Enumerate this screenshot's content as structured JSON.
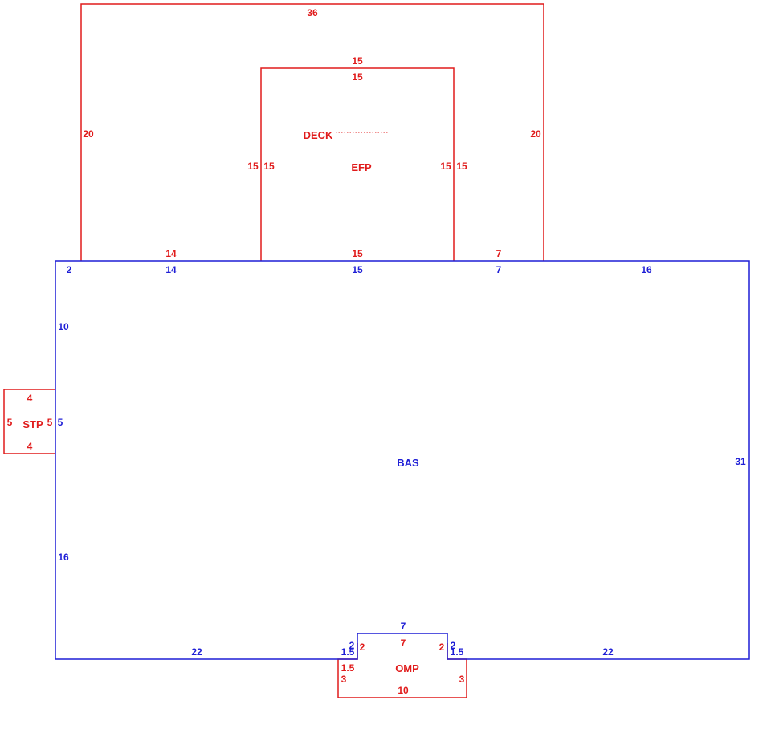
{
  "sketch": {
    "colors": {
      "main_area": "#1f1fd6",
      "additions": "#e01b1b"
    },
    "areas": {
      "bas": "BAS",
      "deck": "DECK",
      "efp": "EFP",
      "stp": "STP",
      "omp": "OMP"
    },
    "deck_dims": {
      "top": "36",
      "left": "20",
      "right": "20",
      "bottom_left": "14",
      "bottom_right": "7"
    },
    "efp_dims": {
      "top_outer": "15",
      "top_inner": "15",
      "left_outer": "15",
      "left_inner": "15",
      "right_inner": "15",
      "right_outer": "15",
      "bottom": "15"
    },
    "bas_dims": {
      "top_a": "2",
      "top_b": "14",
      "top_c": "15",
      "top_d": "7",
      "top_e": "16",
      "left_upper": "10",
      "left_mid": "5",
      "left_lower": "16",
      "right": "31",
      "bottom_left": "22",
      "bottom_right": "22",
      "notch_left_side": "1.5",
      "notch_left_up": "2",
      "notch_top": "7",
      "notch_right_up": "2",
      "notch_right_side": "1.5"
    },
    "stp_dims": {
      "top": "4",
      "bottom": "4",
      "left": "5",
      "right": "5"
    },
    "omp_dims": {
      "top": "7",
      "left_up": "2",
      "right_up": "2",
      "left_side": "1.5",
      "left": "3",
      "right": "3",
      "bottom": "10"
    }
  }
}
